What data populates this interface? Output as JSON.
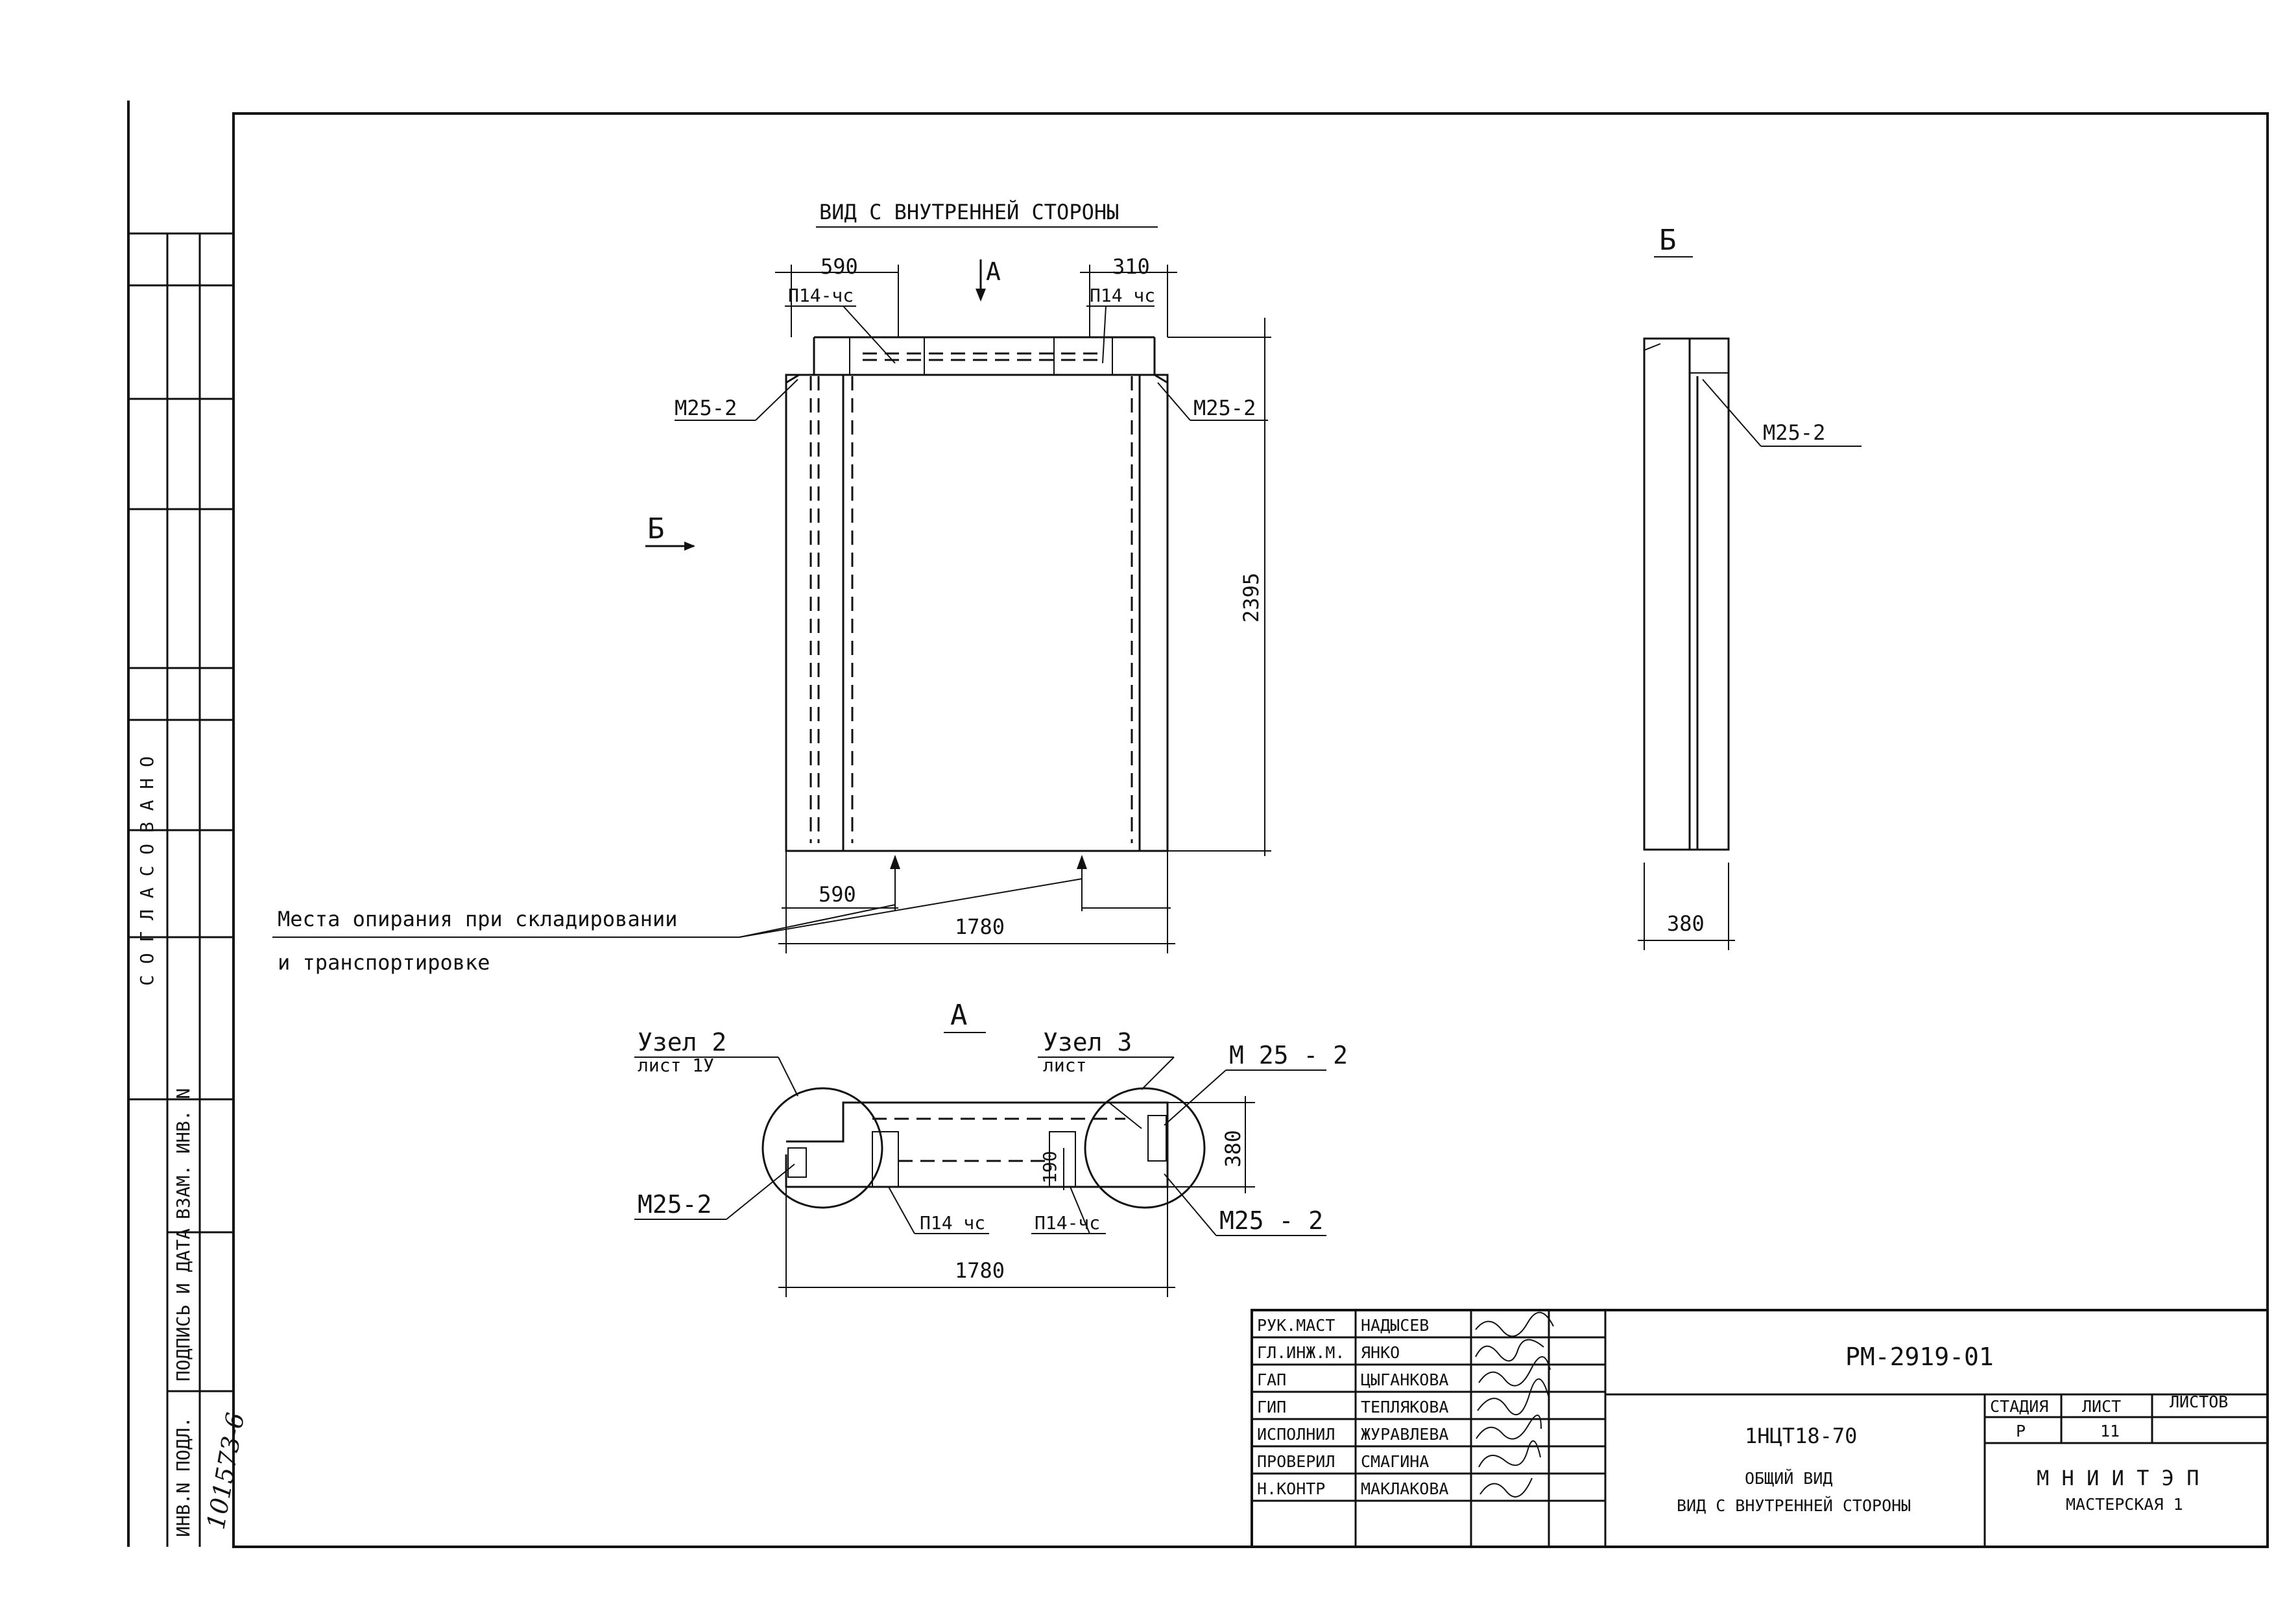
{
  "drawing_titles": {
    "main_view": "ВИД С ВНУТРЕННЕЙ СТОРОНЫ",
    "section_b": "Б",
    "section_a": "А",
    "arrow_a": "А",
    "arrow_b": "Б"
  },
  "front_view": {
    "dim_top_left": "590",
    "dim_top_right": "310",
    "dim_height": "2395",
    "dim_bottom_left": "590",
    "dim_bottom_width": "1780",
    "label_p14_left": "П14-чс",
    "label_p14_right": "П14 чс",
    "label_m25_left": "М25-2",
    "label_m25_right": "М25-2"
  },
  "side_view": {
    "label_m25": "М25-2",
    "dim_width": "380"
  },
  "support_note": {
    "line1": "Места опирания при складировании",
    "line2": "и транспортировке"
  },
  "plan_view": {
    "node2_title": "Узел 2",
    "node2_sheet": "лист 1У",
    "node3_title": "Узел 3",
    "node3_sheet": "лист",
    "label_m25_top_right": "М 25 - 2",
    "label_m25_left": "М25-2",
    "label_m25_bottom_right": "М25 - 2",
    "label_p14_left": "П14 чс",
    "label_p14_right": "П14-чс",
    "dim_190": "190",
    "dim_380": "380",
    "dim_1780": "1780"
  },
  "side_stamp": {
    "agreed": "С О Г Л А С О В А Н О",
    "vzam_inv": "ВЗАМ. ИНВ. N",
    "podpis_data": "ПОДПИСЬ И ДАТА",
    "inv_podl": "ИНВ.N ПОДЛ.",
    "inv_number": "101573-6"
  },
  "title_block": {
    "roles": [
      "РУК.МАСТ",
      "ГЛ.ИНЖ.М.",
      "ГАП",
      "ГИП",
      "ИСПОЛНИЛ",
      "ПРОВЕРИЛ",
      "Н.КОНТР"
    ],
    "names": [
      "НАДЫСЕВ",
      "ЯНКО",
      "ЦЫГАНКОВА",
      "ТЕПЛЯКОВА",
      "ЖУРАВЛЕВА",
      "СМАГИНА",
      "МАКЛАКОВА"
    ],
    "code": "РМ-2919-01",
    "product": "1НЦТ18-70",
    "desc1": "ОБЩИЙ ВИД",
    "desc2": "ВИД С ВНУТРЕННЕЙ СТОРОНЫ",
    "stage_label": "СТАДИЯ",
    "sheet_label": "ЛИСТ",
    "sheets_label": "ЛИСТОВ",
    "stage_value": "Р",
    "sheet_value": "11",
    "org1": "М Н И И Т Э П",
    "org2": "МАСТЕРСКАЯ 1"
  }
}
